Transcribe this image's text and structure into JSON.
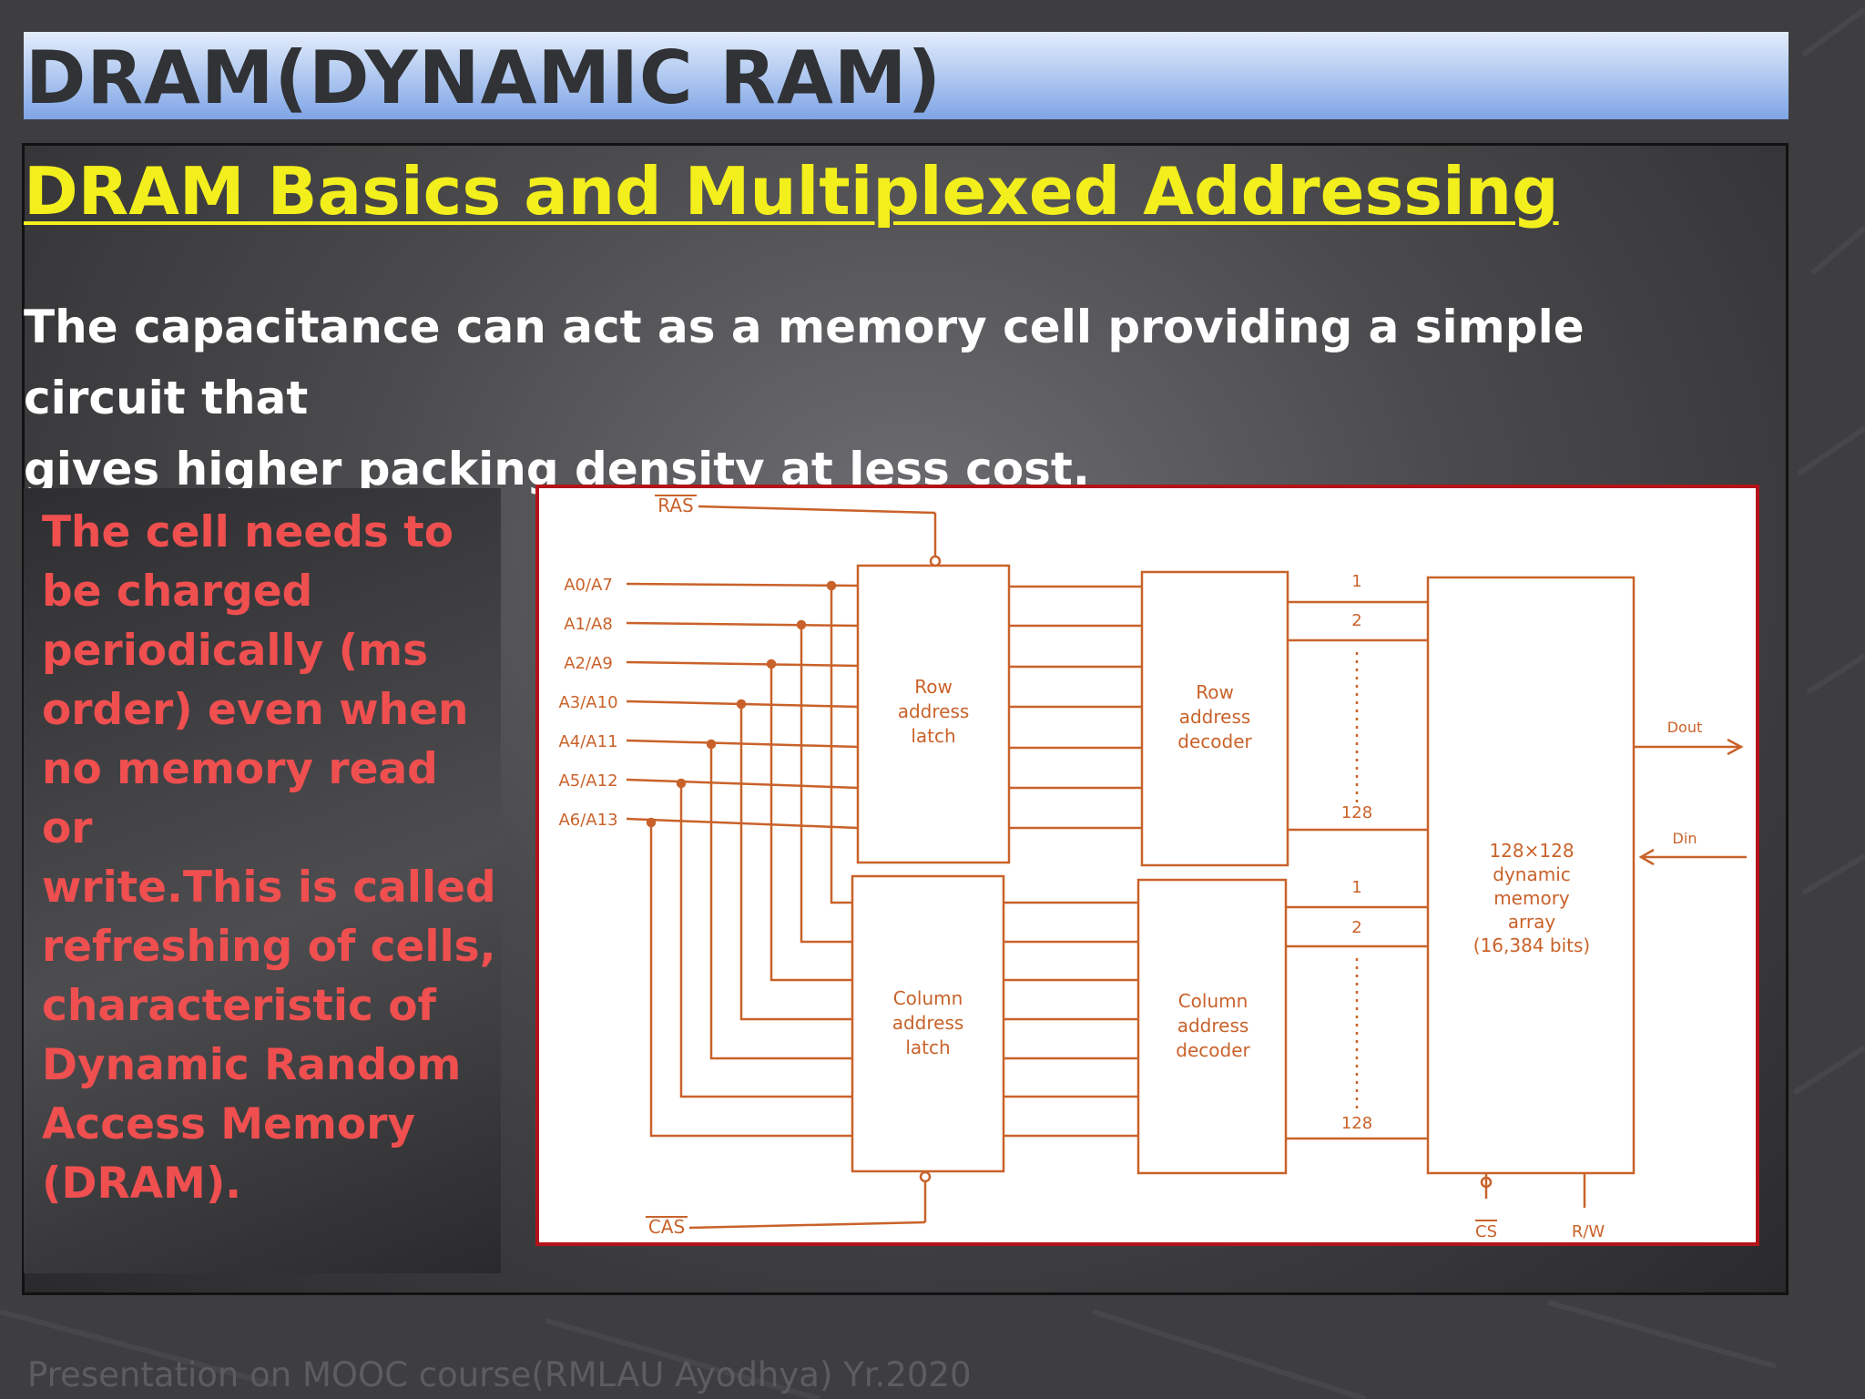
{
  "slide": {
    "title": "DRAM(DYNAMIC RAM)",
    "subtitle": "DRAM Basics and Multiplexed Addressing",
    "intro_line1": "The capacitance can act as a memory cell providing a simple circuit that",
    "intro_line2": "gives higher packing density at less cost.",
    "side_note_lines": [
      "The cell needs to",
      "be charged",
      "periodically (ms",
      "order) even when",
      "no memory read or",
      "write.This is called",
      "refreshing of cells,",
      "characteristic of",
      "Dynamic Random",
      "Access Memory",
      "(DRAM)."
    ],
    "footer": "Presentation on MOOC course(RMLAU Ayodhya) Yr.2020"
  },
  "diagram": {
    "ras_label": "RAS",
    "cas_label": "CAS",
    "cs_label": "CS",
    "rw_label": "R/W",
    "address_lines": [
      "A0/A7",
      "A1/A8",
      "A2/A9",
      "A3/A10",
      "A4/A11",
      "A5/A12",
      "A6/A13"
    ],
    "row_latch_label": [
      "Row",
      "address",
      "latch"
    ],
    "col_latch_label": [
      "Column",
      "address",
      "latch"
    ],
    "row_decoder_label": [
      "Row",
      "address",
      "decoder"
    ],
    "col_decoder_label": [
      "Column",
      "address",
      "decoder"
    ],
    "array_label": [
      "128×128",
      "dynamic",
      "memory",
      "array",
      "(16,384 bits)"
    ],
    "row_numbers": [
      "1",
      "2",
      "128"
    ],
    "col_numbers": [
      "1",
      "2",
      "128"
    ],
    "dout_label": "Dout",
    "din_label": "Din",
    "line_color": "#c9622a"
  }
}
